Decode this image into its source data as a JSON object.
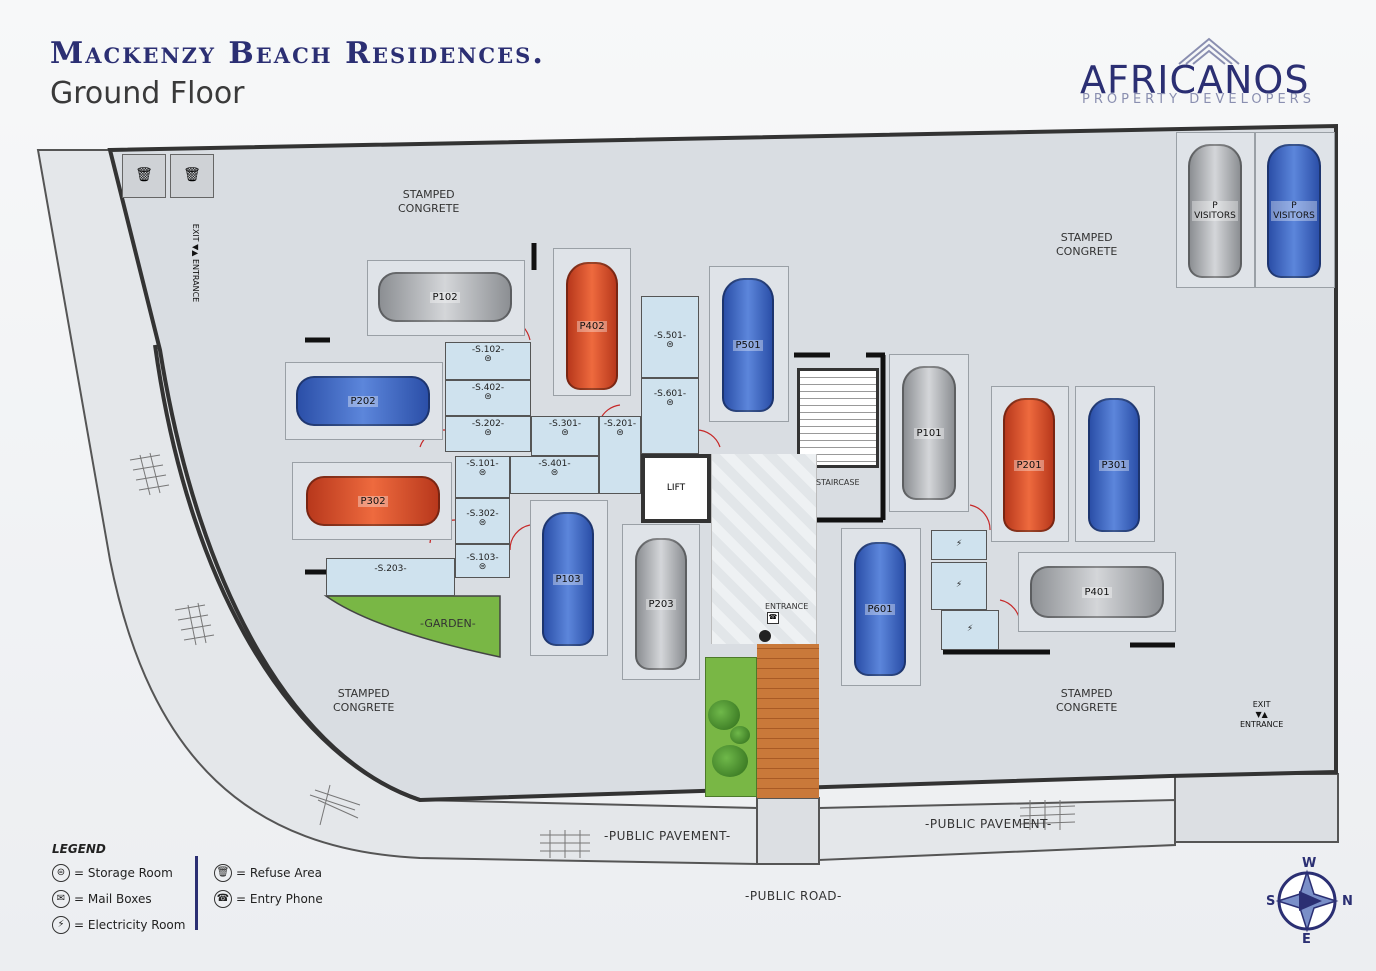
{
  "header": {
    "title": "Mackenzy Beach Residences.",
    "subtitle": "Ground Floor"
  },
  "logo": {
    "name": "AFRICANOS",
    "tagline": "PROPERTY DEVELOPERS"
  },
  "areas": {
    "stamped_1": "STAMPED\nCONGRETE",
    "stamped_2": "STAMPED\nCONGRETE",
    "stamped_3": "STAMPED\nCONGRETE",
    "stamped_4": "STAMPED\nCONGRETE",
    "garden": "-GARDEN-",
    "public_pavement_1": "-PUBLIC PAVEMENT-",
    "public_pavement_2": "-PUBLIC PAVEMENT-",
    "public_road": "-PUBLIC ROAD-",
    "lift": "LIFT",
    "staircase": "STAIRCASE",
    "entrance": "ENTRANCE"
  },
  "signs": {
    "top_left_exit": "EXIT",
    "top_left_entrance": "ENTRANCE",
    "bottom_right_exit": "EXIT",
    "bottom_right_entrance": "ENTRANCE"
  },
  "parking": {
    "p102": "P102",
    "p402": "P402",
    "p501": "P501",
    "p202": "P202",
    "p302": "P302",
    "p103": "P103",
    "p203": "P203",
    "p101": "P101",
    "p201": "P201",
    "p301": "P301",
    "p401": "P401",
    "p601": "P601",
    "visitors_1": "P\nVISITORS",
    "visitors_2": "P\nVISITORS"
  },
  "storage": {
    "s102": "-S.102-",
    "s402": "-S.402-",
    "s202": "-S.202-",
    "s301": "-S.301-",
    "s201": "-S.201-",
    "s501": "-S.501-",
    "s601": "-S.601-",
    "s101": "-S.101-",
    "s401": "-S.401-",
    "s302": "-S.302-",
    "s103": "-S.103-",
    "s203": "-S.203-"
  },
  "legend": {
    "title": "LEGEND",
    "storage_room": "= Storage Room",
    "mail_boxes": "= Mail Boxes",
    "electricity_room": "= Electricity Room",
    "refuse_area": "= Refuse Area",
    "entry_phone": "= Entry Phone"
  },
  "compass": {
    "w": "W",
    "s": "S",
    "n": "N",
    "e": "E"
  },
  "colors": {
    "title": "#2b2f73",
    "car_blue": "#3e64c2",
    "car_red": "#dd5530",
    "car_grey": "#b9bcc0",
    "storage": "#cfe2ee",
    "garden": "#79b745"
  },
  "icons": {
    "storage": "storage-icon",
    "mail": "mail-icon",
    "electricity": "lightning-icon",
    "refuse": "bin-icon",
    "entry_phone": "phone-icon"
  }
}
